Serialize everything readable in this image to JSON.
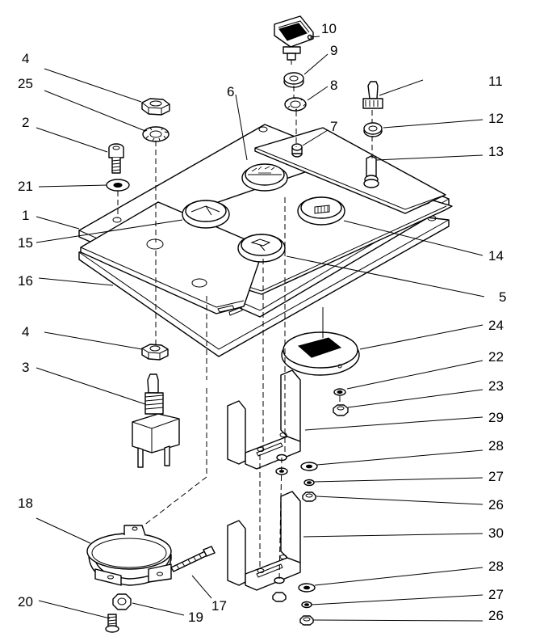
{
  "figure": {
    "callouts": [
      {
        "id": "c1",
        "label": "1"
      },
      {
        "id": "c2",
        "label": "2"
      },
      {
        "id": "c3",
        "label": "3"
      },
      {
        "id": "c4a",
        "label": "4"
      },
      {
        "id": "c4b",
        "label": "4"
      },
      {
        "id": "c5",
        "label": "5"
      },
      {
        "id": "c6",
        "label": "6"
      },
      {
        "id": "c7",
        "label": "7"
      },
      {
        "id": "c8",
        "label": "8"
      },
      {
        "id": "c9",
        "label": "9"
      },
      {
        "id": "c10",
        "label": "10"
      },
      {
        "id": "c11",
        "label": "11"
      },
      {
        "id": "c12",
        "label": "12"
      },
      {
        "id": "c13",
        "label": "13"
      },
      {
        "id": "c14",
        "label": "14"
      },
      {
        "id": "c15",
        "label": "15"
      },
      {
        "id": "c16",
        "label": "16"
      },
      {
        "id": "c17",
        "label": "17"
      },
      {
        "id": "c18",
        "label": "18"
      },
      {
        "id": "c19",
        "label": "19"
      },
      {
        "id": "c20",
        "label": "20"
      },
      {
        "id": "c21",
        "label": "21"
      },
      {
        "id": "c22",
        "label": "22"
      },
      {
        "id": "c23",
        "label": "23"
      },
      {
        "id": "c24",
        "label": "24"
      },
      {
        "id": "c25",
        "label": "25"
      },
      {
        "id": "c26a",
        "label": "26"
      },
      {
        "id": "c26b",
        "label": "26"
      },
      {
        "id": "c27a",
        "label": "27"
      },
      {
        "id": "c27b",
        "label": "27"
      },
      {
        "id": "c28a",
        "label": "28"
      },
      {
        "id": "c28b",
        "label": "28"
      },
      {
        "id": "c29",
        "label": "29"
      },
      {
        "id": "c30",
        "label": "30"
      }
    ]
  }
}
